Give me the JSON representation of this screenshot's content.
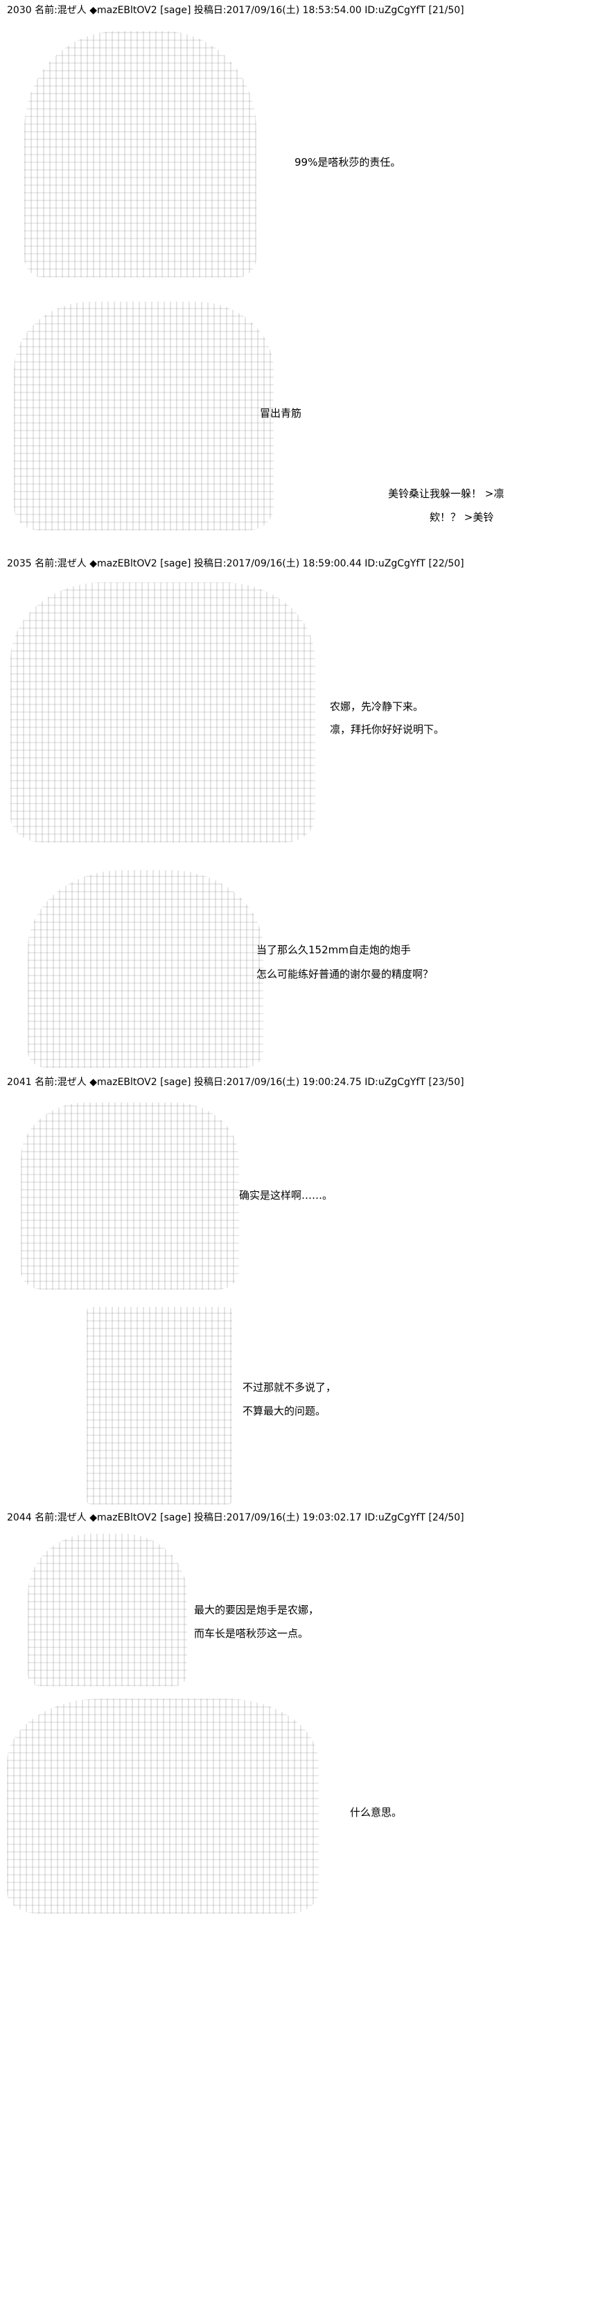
{
  "posts": [
    {
      "header": "2030 名前:混ぜ人 ◆mazEBltOV2 [sage] 投稿日:2017/09/16(土) 18:53:54.00 ID:uZgCgYfT [21/50]"
    },
    {
      "header": "2035 名前:混ぜ人 ◆mazEBltOV2 [sage] 投稿日:2017/09/16(土) 18:59:00.44 ID:uZgCgYfT [22/50]"
    },
    {
      "header": "2041 名前:混ぜ人 ◆mazEBltOV2 [sage] 投稿日:2017/09/16(土) 19:00:24.75 ID:uZgCgYfT [23/50]"
    },
    {
      "header": "2044 名前:混ぜ人 ◆mazEBltOV2 [sage] 投稿日:2017/09/16(土) 19:03:02.17 ID:uZgCgYfT [24/50]"
    }
  ],
  "dialogue": {
    "d1": "99%是嗒秋莎的责任。",
    "d2": "冒出青筋",
    "d3a": "美铃桑让我躲一躲！ >凛",
    "d3b": "欸！？ >美铃",
    "d4a": "农娜，先冷静下来。",
    "d4b": "凛，拜托你好好说明下。",
    "d5a": "当了那么久152mm自走炮的炮手",
    "d5b": "怎么可能练好普通的谢尔曼的精度啊？",
    "d6": "确实是这样啊……。",
    "d7a": "不过那就不多说了，",
    "d7b": "不算最大的问题。",
    "d8a": "最大的要因是炮手是农娜，",
    "d8b": "而车长是嗒秋莎这一点。",
    "d9": "什么意思。"
  }
}
